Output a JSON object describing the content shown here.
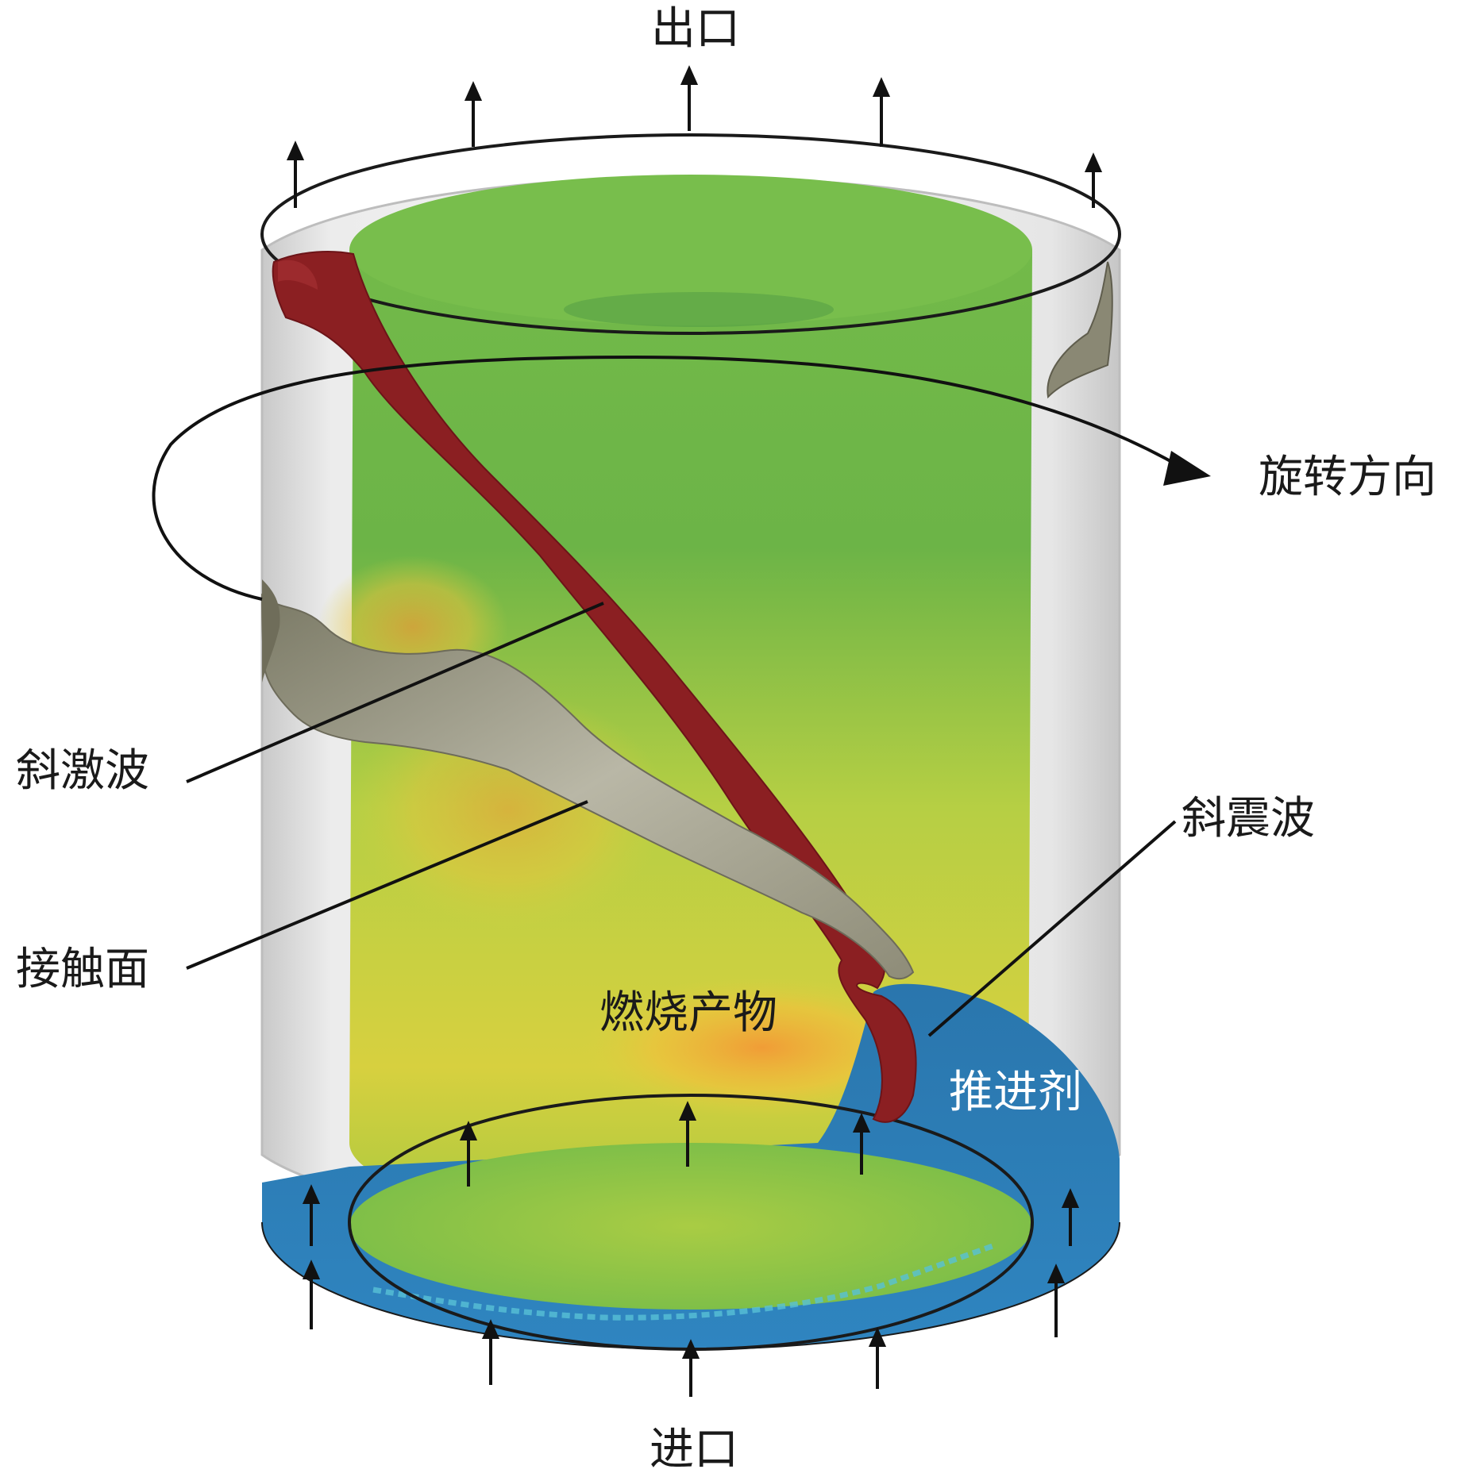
{
  "labels": {
    "outlet": "出口",
    "inlet": "进口",
    "rotation_direction": "旋转方向",
    "oblique_detonation_wave": "斜激波",
    "contact_surface": "接触面",
    "oblique_shock_wave": "斜震波",
    "combustion_products": "燃烧产物",
    "propellant": "推进剂"
  },
  "colors": {
    "detonation_front": "#8b1f22",
    "contact_surface": "#9c9a86",
    "propellant": "#2f7fb6",
    "products_green": "#6fb84a",
    "products_hot": "#f0b23a",
    "wall": "#dcdcdc"
  }
}
